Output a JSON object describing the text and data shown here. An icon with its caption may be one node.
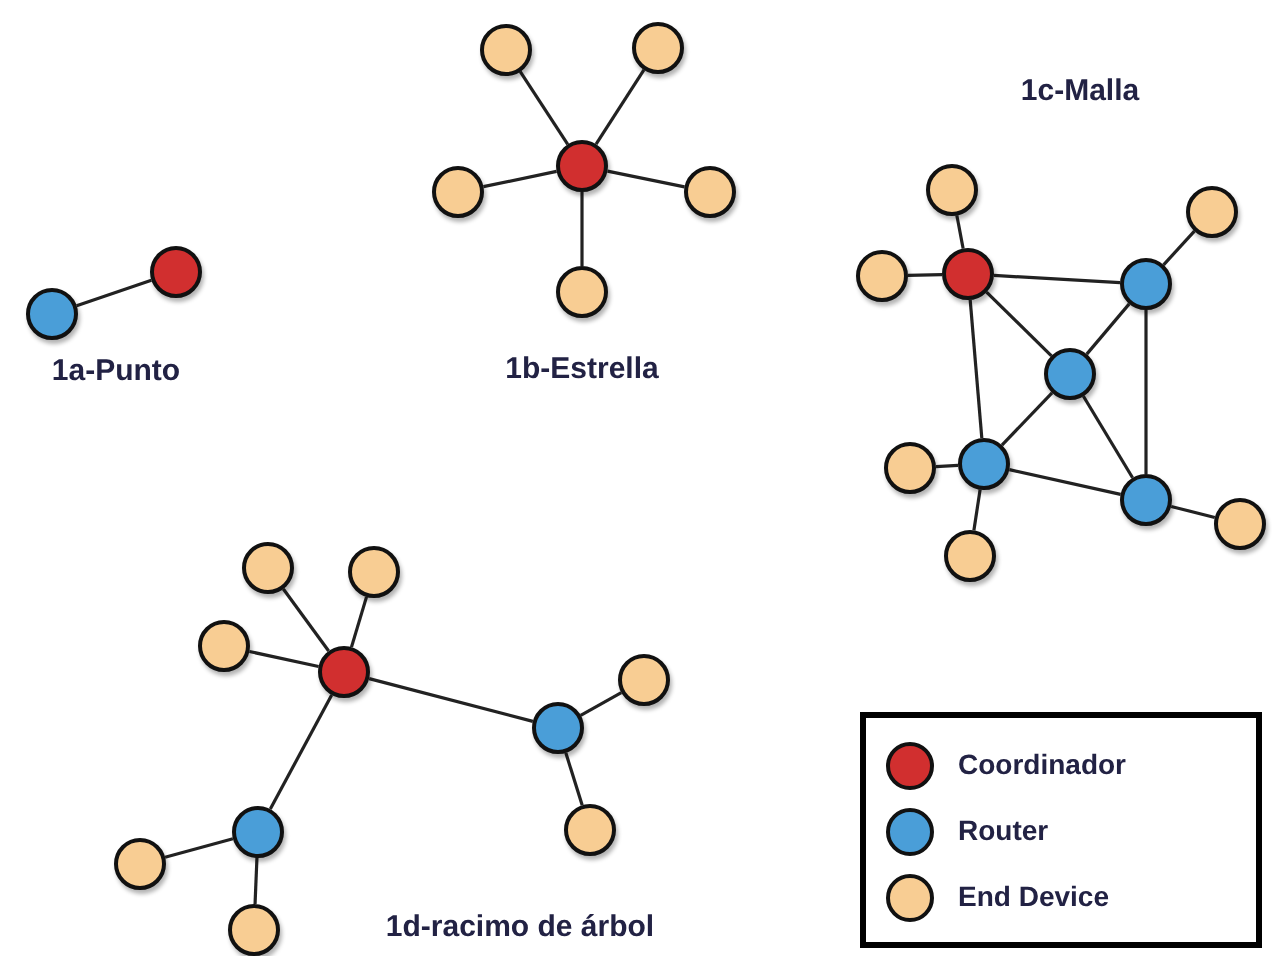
{
  "diagram": {
    "nodes": [
      {
        "text": [],
        "shape": "circle"
      },
      {
        "text": [],
        "shape": "circle"
      },
      {
        "text": [],
        "shape": "circle"
      },
      {
        "text": [],
        "shape": "circle"
      },
      {
        "text": [],
        "shape": "circle"
      },
      {
        "text": [],
        "shape": "circle"
      },
      {
        "text": [],
        "shape": "circle"
      },
      {
        "text": [],
        "shape": "circle"
      },
      {
        "text": [],
        "shape": "circle"
      },
      {
        "text": [],
        "shape": "circle"
      },
      {
        "text": [],
        "shape": "circle"
      },
      {
        "text": [],
        "shape": "circle"
      },
      {
        "text": [],
        "shape": "circle"
      },
      {
        "text": [],
        "shape": "circle"
      },
      {
        "text": [],
        "shape": "circle"
      },
      {
        "text": [],
        "shape": "circle"
      },
      {
        "text": [],
        "shape": "circle"
      },
      {
        "text": [],
        "shape": "circle"
      },
      {
        "text": [],
        "shape": "circle"
      },
      {
        "text": [],
        "shape": "circle"
      },
      {
        "text": [],
        "shape": "circle"
      },
      {
        "text": [],
        "shape": "circle"
      },
      {
        "text": [],
        "shape": "circle"
      },
      {
        "text": [],
        "shape": "circle"
      },
      {
        "text": [],
        "shape": "circle"
      },
      {
        "text": [],
        "shape": "circle"
      },
      {
        "text": [],
        "shape": "circle"
      },
      {
        "text": [],
        "shape": "circle"
      },
      {
        "text": [],
        "shape": "circle"
      }
    ],
    "edges": [
      {
        "from": 0,
        "to": 1,
        "arrow": "none"
      },
      {
        "from": 2,
        "to": 3,
        "arrow": "none"
      },
      {
        "from": 2,
        "to": 4,
        "arrow": "none"
      },
      {
        "from": 2,
        "to": 5,
        "arrow": "none"
      },
      {
        "from": 2,
        "to": 6,
        "arrow": "none"
      },
      {
        "from": 2,
        "to": 7,
        "arrow": "none"
      },
      {
        "from": 8,
        "to": 9,
        "arrow": "none"
      },
      {
        "from": 8,
        "to": 10,
        "arrow": "none"
      },
      {
        "from": 8,
        "to": 12,
        "arrow": "none"
      },
      {
        "from": 8,
        "to": 13,
        "arrow": "none"
      },
      {
        "from": 8,
        "to": 14,
        "arrow": "none"
      },
      {
        "from": 12,
        "to": 11,
        "arrow": "none"
      },
      {
        "from": 12,
        "to": 13,
        "arrow": "none"
      },
      {
        "from": 12,
        "to": 17,
        "arrow": "none"
      },
      {
        "from": 13,
        "to": 14,
        "arrow": "none"
      },
      {
        "from": 13,
        "to": 17,
        "arrow": "none"
      },
      {
        "from": 14,
        "to": 17,
        "arrow": "none"
      },
      {
        "from": 14,
        "to": 15,
        "arrow": "none"
      },
      {
        "from": 14,
        "to": 16,
        "arrow": "none"
      },
      {
        "from": 17,
        "to": 18,
        "arrow": "none"
      },
      {
        "from": 19,
        "to": 20,
        "arrow": "none"
      },
      {
        "from": 19,
        "to": 21,
        "arrow": "none"
      },
      {
        "from": 19,
        "to": 22,
        "arrow": "none"
      },
      {
        "from": 19,
        "to": 23,
        "arrow": "none"
      },
      {
        "from": 19,
        "to": 26,
        "arrow": "none"
      },
      {
        "from": 23,
        "to": 24,
        "arrow": "none"
      },
      {
        "from": 23,
        "to": 25,
        "arrow": "none"
      },
      {
        "from": 26,
        "to": 27,
        "arrow": "none"
      },
      {
        "from": 26,
        "to": 28,
        "arrow": "none"
      }
    ],
    "labels": [
      "1c-Malla",
      "1a-Punto",
      "1b-Estrella",
      "1d-racimo de árbol"
    ],
    "legend": [
      {
        "text": "Coordinador",
        "color": "#d12f2f"
      },
      {
        "text": "Router",
        "color": "#4a9ed8"
      },
      {
        "text": "End Device",
        "color": "#f8cd93"
      }
    ]
  }
}
